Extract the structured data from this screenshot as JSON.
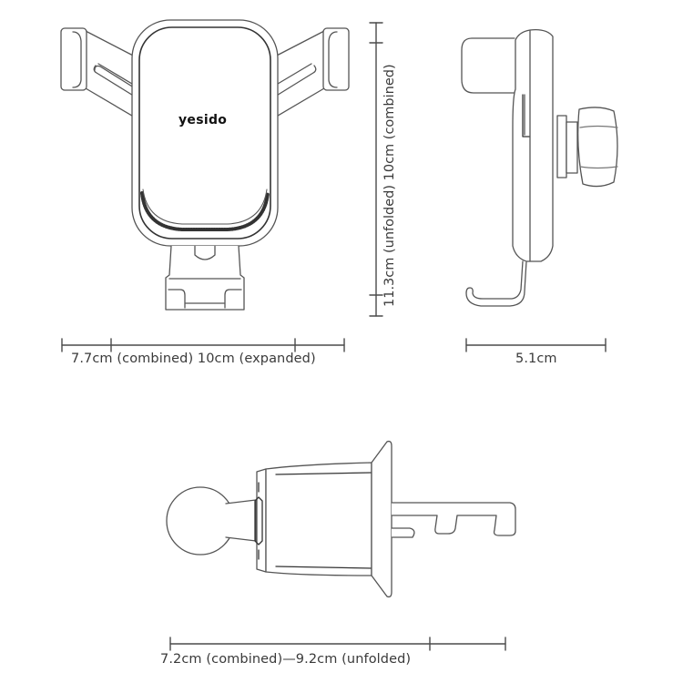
{
  "diagram": {
    "title": "Car phone holder dimension drawing",
    "brand_logo": "yesido",
    "views": [
      {
        "name": "front-view",
        "description": "Front view of phone holder with gravity arms"
      },
      {
        "name": "side-view",
        "description": "Side view with air-vent hook and ball joint"
      },
      {
        "name": "top-view",
        "description": "Top view of clip with ball joint and vent hook"
      }
    ],
    "dimensions": {
      "front_width": "7.7cm (combined) 10cm (expanded)",
      "front_height": "11.3cm (unfolded) 10cm (combined)",
      "side_depth": "5.1cm",
      "top_length": "7.2cm (combined)—9.2cm (unfolded)"
    },
    "colors": {
      "line": "#555555",
      "dim_line": "#4a4a4a",
      "text": "#3a3a3a",
      "background": "#ffffff"
    }
  }
}
